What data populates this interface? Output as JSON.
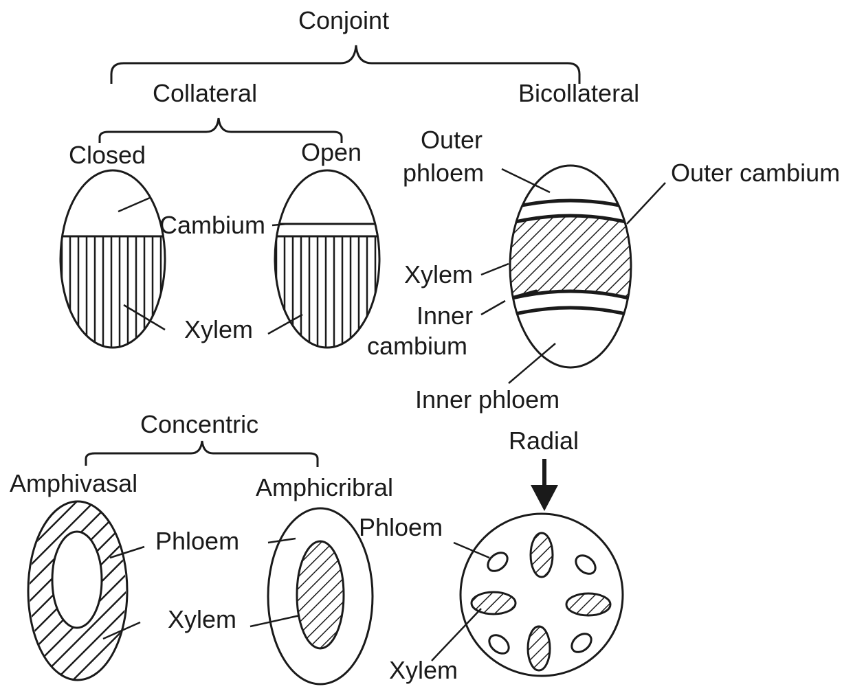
{
  "labels": {
    "conjoint": "Conjoint",
    "collateral": "Collateral",
    "bicollateral": "Bicollateral",
    "closed": "Closed",
    "open": "Open",
    "cambium": "Cambium",
    "xylem_collateral": "Xylem",
    "outer_phloem_1": "Outer",
    "outer_phloem_2": "phloem",
    "outer_cambium": "Outer cambium",
    "xylem_bicollateral": "Xylem",
    "inner_cambium_1": "Inner",
    "inner_cambium_2": "cambium",
    "inner_phloem": "Inner phloem",
    "concentric": "Concentric",
    "amphivasal": "Amphivasal",
    "amphicribral": "Amphicribral",
    "phloem_concentric": "Phloem",
    "xylem_concentric": "Xylem",
    "radial": "Radial",
    "phloem_radial": "Phloem",
    "xylem_radial": "Xylem"
  }
}
